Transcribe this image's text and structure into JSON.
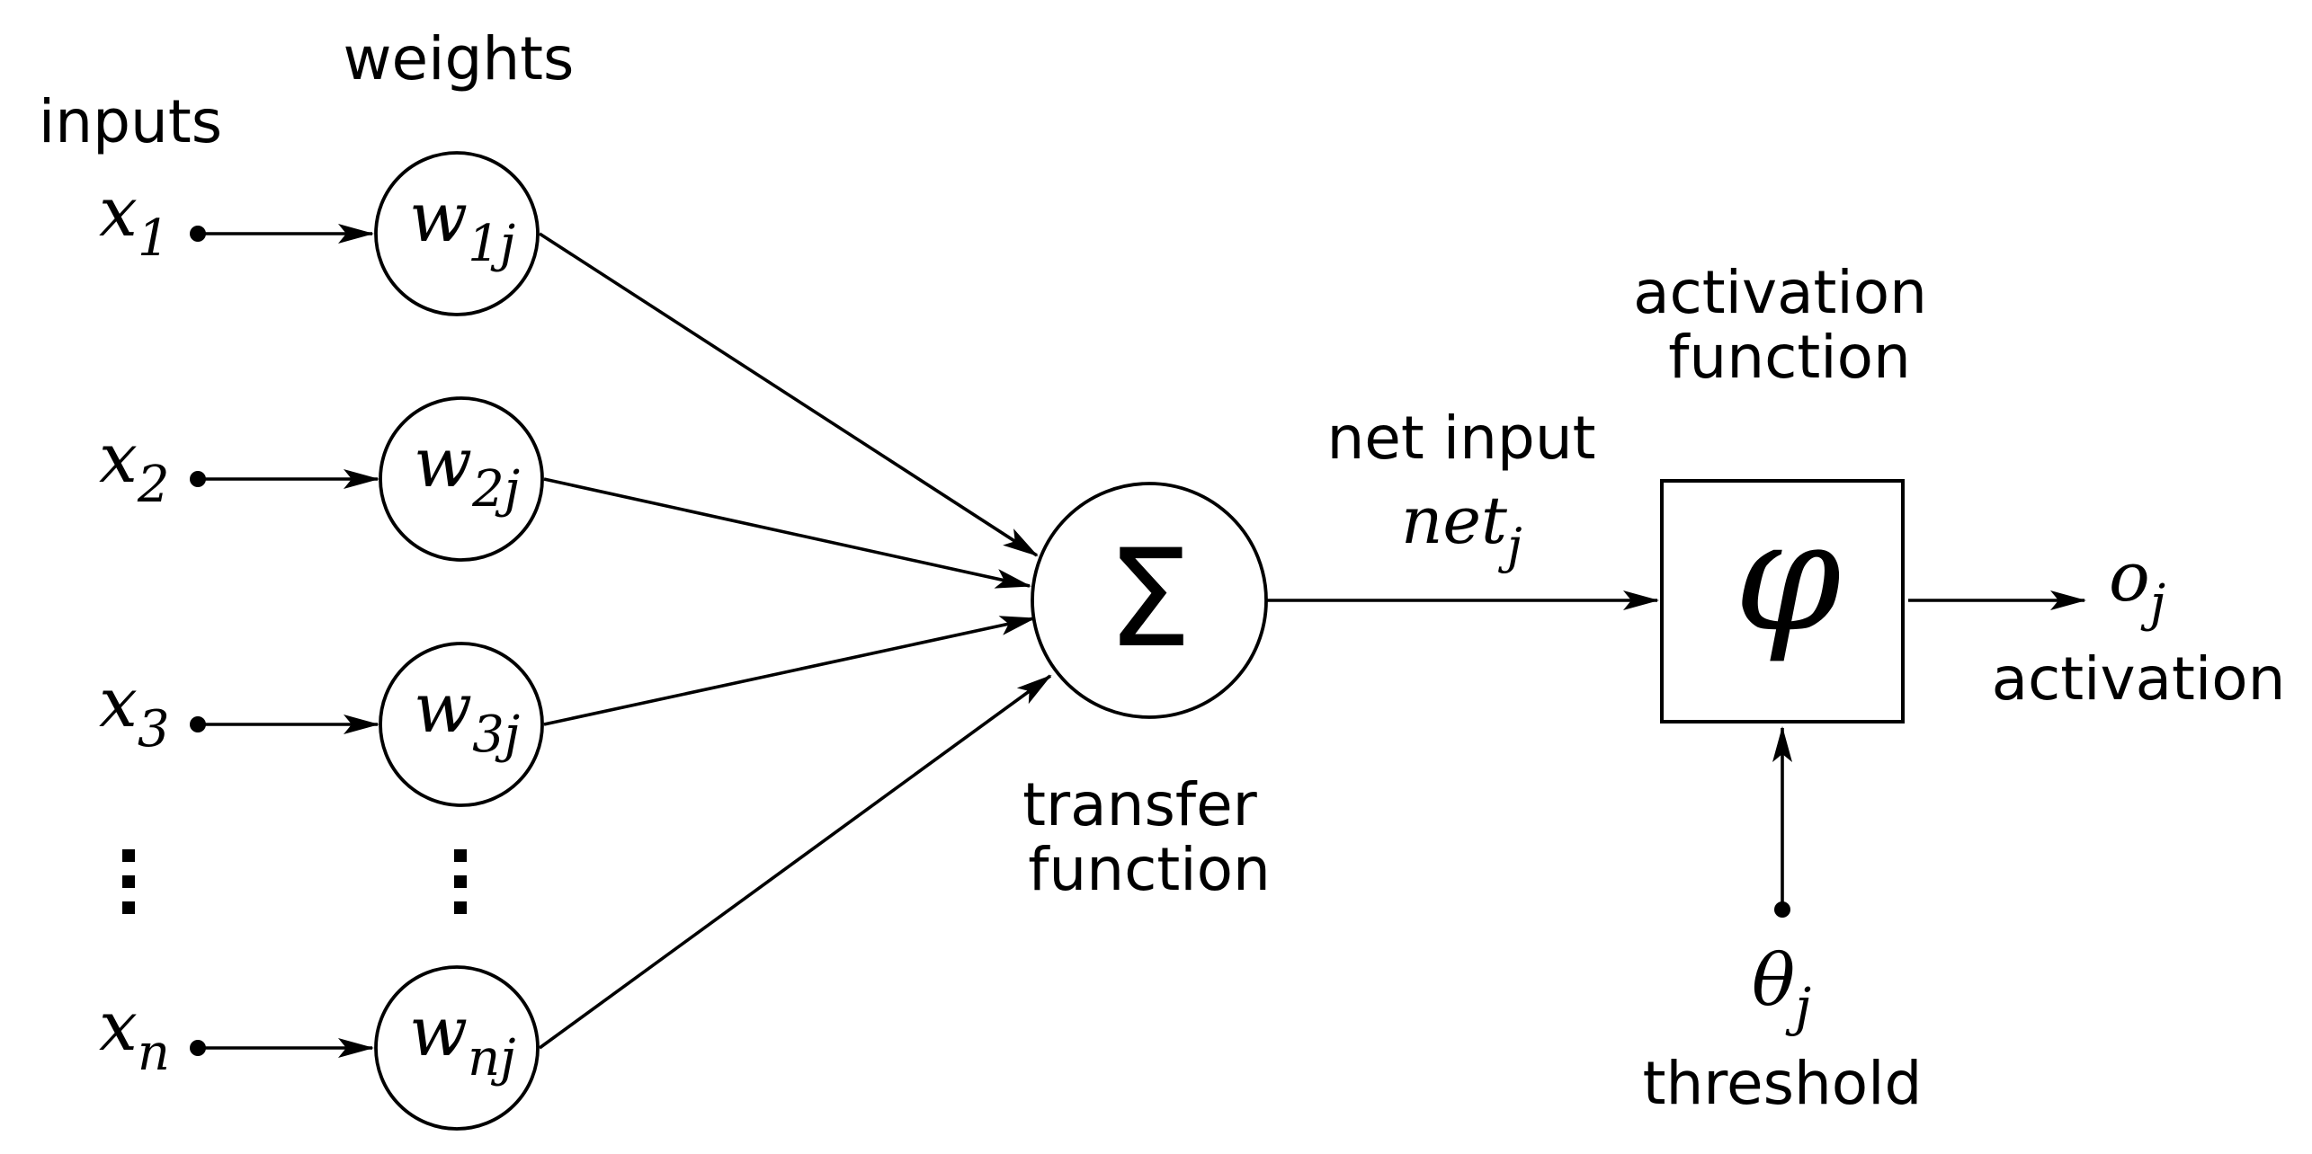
{
  "labels": {
    "inputs": "inputs",
    "weights": "weights",
    "net_input": "net input",
    "activation_function_line1": "activation",
    "activation_function_line2": "function",
    "transfer_function_line1": "transfer",
    "transfer_function_line2": "function",
    "activation": "activation",
    "threshold": "threshold"
  },
  "inputs": [
    {
      "base": "x",
      "sub": "1"
    },
    {
      "base": "x",
      "sub": "2"
    },
    {
      "base": "x",
      "sub": "3"
    },
    {
      "base": "x",
      "sub": "n"
    }
  ],
  "weights": [
    {
      "base": "w",
      "sub": "1j"
    },
    {
      "base": "w",
      "sub": "2j"
    },
    {
      "base": "w",
      "sub": "3j"
    },
    {
      "base": "w",
      "sub": "nj"
    }
  ],
  "symbols": {
    "sum": "Σ",
    "phi": "φ",
    "net": {
      "base": "net",
      "sub": "j"
    },
    "output": {
      "base": "o",
      "sub": "j"
    },
    "theta": {
      "base": "θ",
      "sub": "j"
    }
  },
  "colors": {
    "stroke": "#000000",
    "background": "#ffffff"
  }
}
